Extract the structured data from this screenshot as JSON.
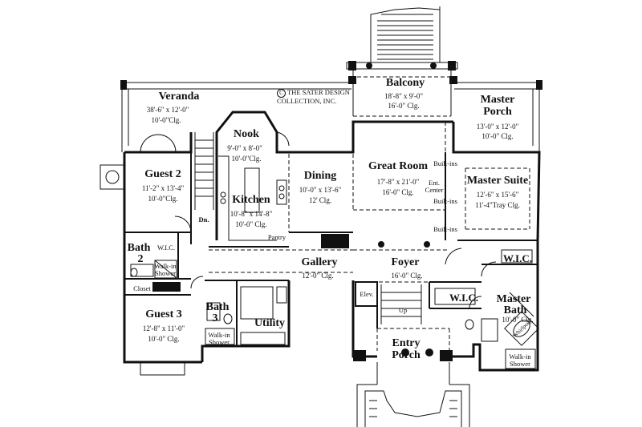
{
  "copyright": {
    "symbol": "C",
    "line1": "THE SATER DESIGN",
    "line2": "COLLECTION, INC."
  },
  "rooms": {
    "veranda": {
      "name": "Veranda",
      "size": "38'-6\" x 12'-0\"",
      "ceiling": "10'-0\"Clg."
    },
    "balcony": {
      "name": "Balcony",
      "size": "18'-8\" x 9'-0\"",
      "ceiling": "16'-0\" Clg."
    },
    "master_porch": {
      "name1": "Master",
      "name2": "Porch",
      "size": "13'-0\" x 12'-0\"",
      "ceiling": "10'-0\" Clg."
    },
    "nook": {
      "name": "Nook",
      "size": "9'-0\" x 8'-0\"",
      "ceiling": "10'-0\"Clg."
    },
    "guest2": {
      "name": "Guest 2",
      "size": "11'-2\" x 13'-4\"",
      "ceiling": "10'-0\"Clg."
    },
    "kitchen": {
      "name": "Kitchen",
      "size": "10'-8\" x 14'-8\"",
      "ceiling": "10'-0\" Clg."
    },
    "dining": {
      "name": "Dining",
      "size": "10'-0\" x 13'-6\"",
      "ceiling": "12' Clg."
    },
    "great_room": {
      "name": "Great Room",
      "size": "17'-8\" x 21'-0\"",
      "ceiling": "16'-0\" Clg."
    },
    "master_suite": {
      "name": "Master Suite",
      "size": "12'-6\" x 15'-6\"",
      "ceiling": "11'-4\"Tray Clg."
    },
    "gallery": {
      "name": "Gallery",
      "ceiling": "12'-0\" Clg."
    },
    "foyer": {
      "name": "Foyer",
      "ceiling": "16'-0\" Clg."
    },
    "guest3": {
      "name": "Guest 3",
      "size": "12'-8\" x 11'-0\"",
      "ceiling": "10'-0\" Clg."
    },
    "bath2": {
      "name1": "Bath",
      "name2": "2"
    },
    "bath3": {
      "name1": "Bath",
      "name2": "3"
    },
    "utility": {
      "name": "Utility"
    },
    "master_bath": {
      "name1": "Master",
      "name2": "Bath",
      "ceiling": "10'-0\" Clg."
    },
    "entry_porch": {
      "name1": "Entry",
      "name2": "Porch"
    }
  },
  "labels": {
    "builtins": "Built-ins",
    "ent_center1": "Ent.",
    "ent_center2": "Center",
    "wic": "W.I.C.",
    "dn": "Dn.",
    "up": "Up",
    "elev": "Elev.",
    "pantry": "Pantry",
    "closet": "Closet",
    "walkin1": "Walk-in",
    "walkin2": "Shower",
    "whirlpool": "Whirlpool"
  }
}
